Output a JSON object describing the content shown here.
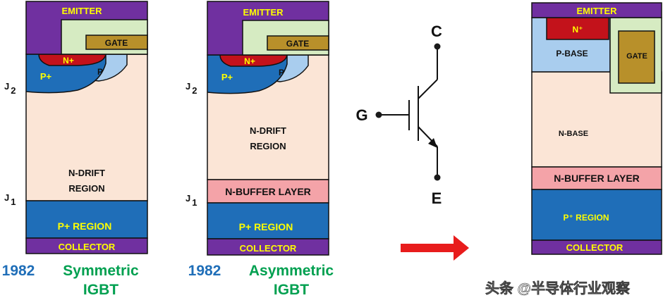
{
  "colors": {
    "emitter": "#7030a0",
    "gate_oxide": "#d6ebc2",
    "gate": "#b8902a",
    "nplus": "#c3121b",
    "pplus": "#1f6eb8",
    "p": "#a9cdee",
    "drift": "#fbe5d6",
    "nbuffer": "#f4a3a8",
    "pregion": "#1f6eb8",
    "collector": "#7030a0",
    "yellow_text": "#ffff00",
    "blue_year": "#1f6eb8",
    "green_title": "#00a050",
    "arrow": "#e81c1c"
  },
  "device1": {
    "emitter": "EMITTER",
    "gate": "GATE",
    "nplus": "N+",
    "pplus": "P+",
    "p": "P",
    "j2_main": "J",
    "j2_sub": "2",
    "j1_main": "J",
    "j1_sub": "1",
    "drift_line1": "N-DRIFT",
    "drift_line2": "REGION",
    "pregion": "P+ REGION",
    "collector": "COLLECTOR",
    "year": "1982",
    "title_line1": "Symmetric",
    "title_line2": "IGBT"
  },
  "device2": {
    "emitter": "EMITTER",
    "gate": "GATE",
    "nplus": "N+",
    "pplus": "P+",
    "p": "P",
    "j2_main": "J",
    "j2_sub": "2",
    "j1_main": "J",
    "j1_sub": "1",
    "drift_line1": "N-DRIFT",
    "drift_line2": "REGION",
    "nbuffer": "N-BUFFER LAYER",
    "pregion": "P+ REGION",
    "collector": "COLLECTOR",
    "year": "1982",
    "title_line1": "Asymmetric",
    "title_line2": "IGBT"
  },
  "symbol": {
    "collector_label": "C",
    "gate_label": "G",
    "emitter_label": "E"
  },
  "device3": {
    "emitter": "EMITTER",
    "nplus": "N⁺",
    "pbase": "P-BASE",
    "gate": "GATE",
    "nbase": "N-BASE",
    "nbuffer": "N-BUFFER LAYER",
    "pregion": "P⁺ REGION",
    "collector": "COLLECTOR"
  },
  "watermark": "头条 @半导体行业观察"
}
